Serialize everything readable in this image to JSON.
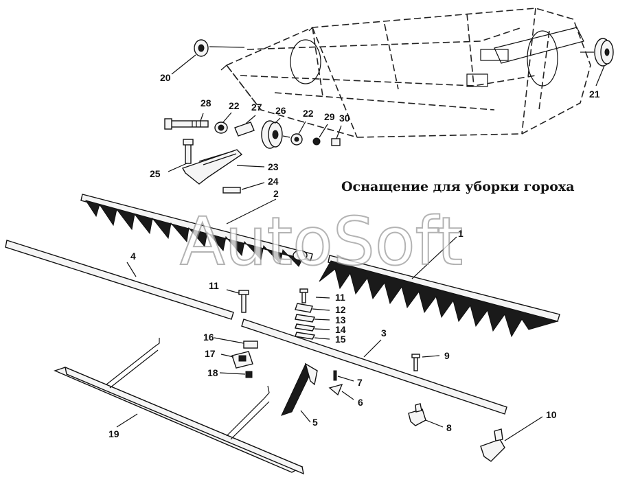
{
  "title": "Оснащение для уборки гороха",
  "watermark": "AutoSoft",
  "callouts": [
    "1",
    "2",
    "3",
    "4",
    "5",
    "6",
    "7",
    "8",
    "9",
    "10",
    "11",
    "12",
    "13",
    "14",
    "15",
    "16",
    "17",
    "18",
    "19",
    "20",
    "21",
    "22",
    "23",
    "24",
    "25",
    "26",
    "27",
    "28",
    "29",
    "30"
  ]
}
